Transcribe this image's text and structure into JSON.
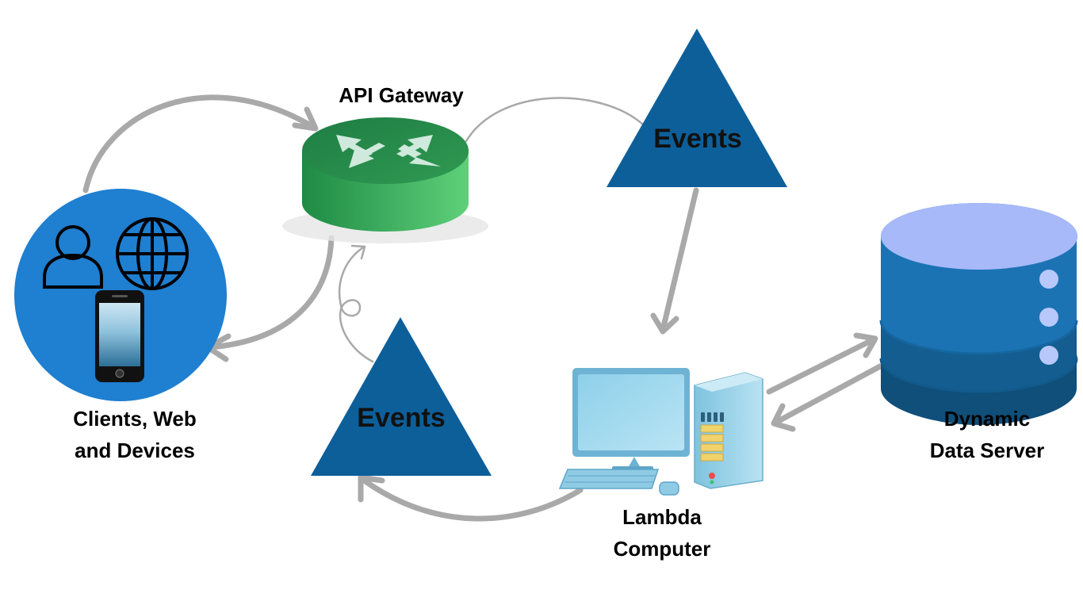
{
  "nodes": {
    "clients": {
      "line1": "Clients, Web",
      "line2": "and Devices",
      "icons": [
        "user-icon",
        "globe-icon",
        "smartphone-icon"
      ]
    },
    "gateway": {
      "label": "API Gateway",
      "icon": "router-icon"
    },
    "events_top": {
      "label": "Events"
    },
    "events_bottom": {
      "label": "Events"
    },
    "lambda": {
      "line1": "Lambda",
      "line2": "Computer",
      "icon": "desktop-computer-icon"
    },
    "database": {
      "line1": "Dynamic",
      "line2": "Data Server",
      "icon": "database-icon"
    }
  },
  "colors": {
    "clients_circle": "#1f7fd0",
    "triangle": "#0d5f9a",
    "gateway_green": "#3fba5e",
    "database_top": "#a7b9f8",
    "arrow_gray": "#a9a9a9"
  }
}
